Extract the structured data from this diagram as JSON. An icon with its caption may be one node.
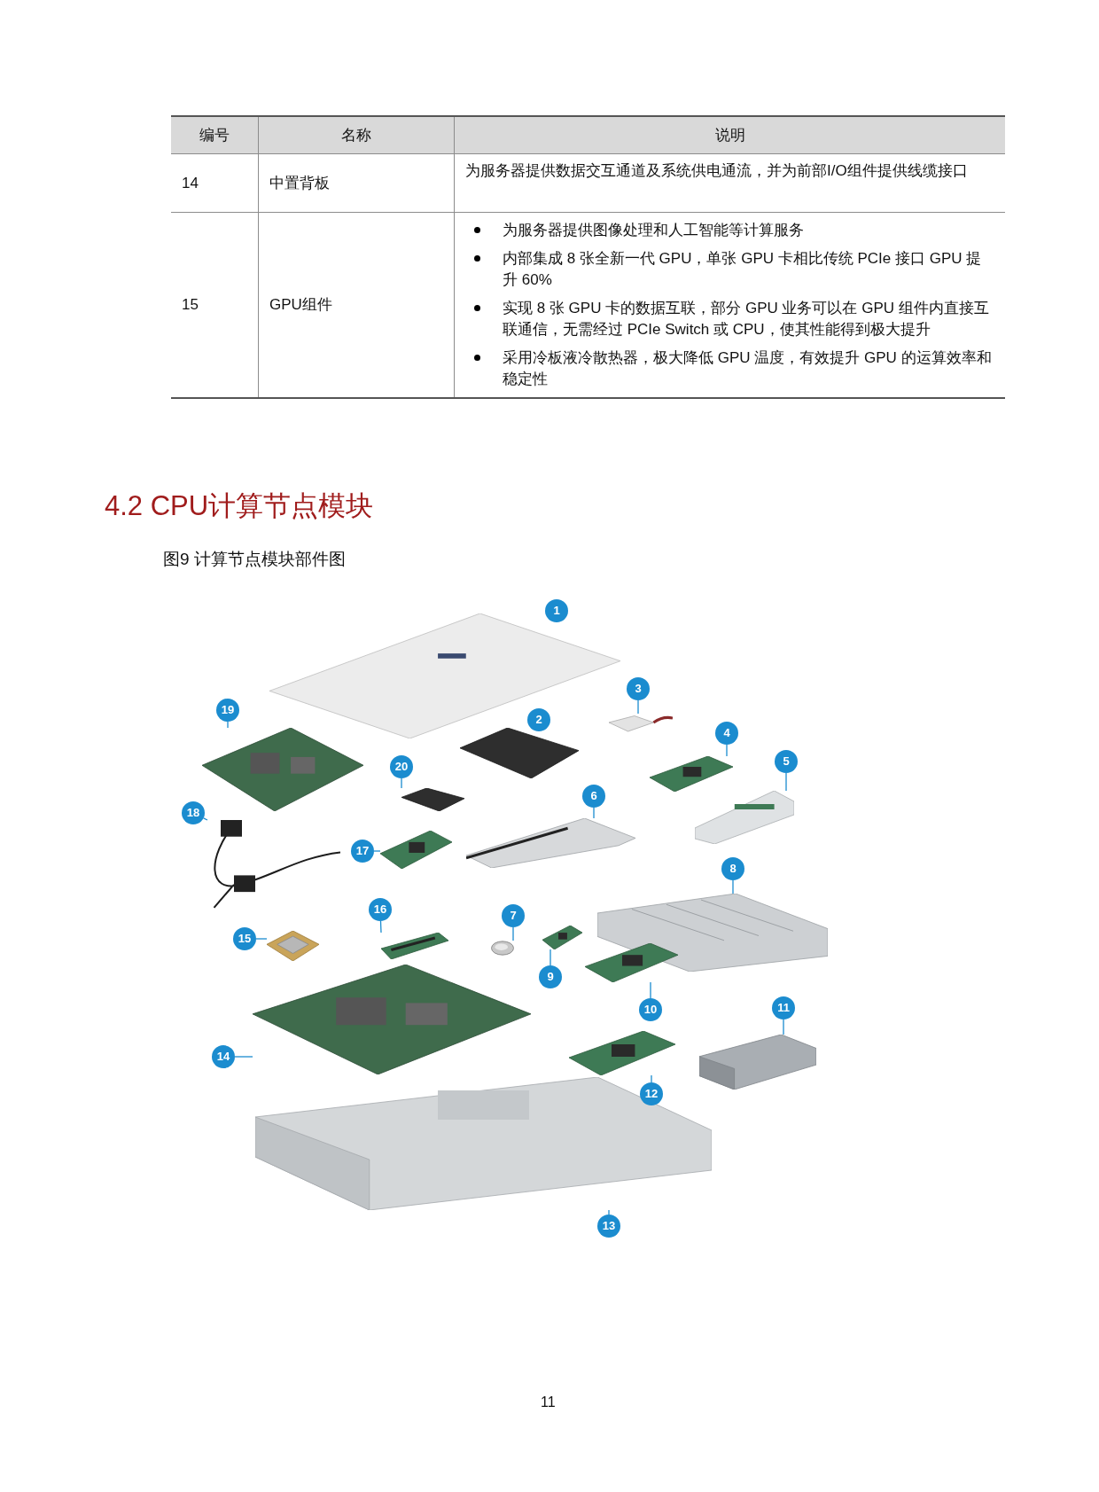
{
  "diagram": {
    "title": "4.2 CPU计算节点模块",
    "caption": "图9 计算节点模块部件图",
    "nodes": [
      {
        "text": [
          "1"
        ]
      },
      {
        "text": [
          "2"
        ]
      },
      {
        "text": [
          "3"
        ]
      },
      {
        "text": [
          "4"
        ]
      },
      {
        "text": [
          "5"
        ]
      },
      {
        "text": [
          "6"
        ]
      },
      {
        "text": [
          "7"
        ]
      },
      {
        "text": [
          "8"
        ]
      },
      {
        "text": [
          "9"
        ]
      },
      {
        "text": [
          "10"
        ]
      },
      {
        "text": [
          "11"
        ]
      },
      {
        "text": [
          "12"
        ]
      },
      {
        "text": [
          "13"
        ]
      },
      {
        "text": [
          "14"
        ]
      },
      {
        "text": [
          "15"
        ]
      },
      {
        "text": [
          "16"
        ]
      },
      {
        "text": [
          "17"
        ]
      },
      {
        "text": [
          "18"
        ]
      },
      {
        "text": [
          "19"
        ]
      },
      {
        "text": [
          "20"
        ]
      },
      {
        "text": [],
        "shape": "picture"
      },
      {
        "text": [],
        "shape": "picture"
      },
      {
        "text": [],
        "shape": "picture"
      },
      {
        "text": [],
        "shape": "picture"
      },
      {
        "text": [],
        "shape": "picture"
      },
      {
        "text": [],
        "shape": "picture"
      },
      {
        "text": [],
        "shape": "picture"
      },
      {
        "text": [],
        "shape": "picture"
      },
      {
        "text": [],
        "shape": "picture"
      },
      {
        "text": [],
        "shape": "picture"
      },
      {
        "text": [],
        "shape": "picture"
      },
      {
        "text": [],
        "shape": "picture"
      },
      {
        "text": [],
        "shape": "picture"
      },
      {
        "text": [],
        "shape": "picture"
      },
      {
        "text": [],
        "shape": "picture"
      },
      {
        "text": [],
        "shape": "picture"
      },
      {
        "text": [],
        "shape": "picture"
      },
      {
        "text": [],
        "shape": "picture"
      },
      {
        "text": [],
        "shape": "picture"
      },
      {
        "text": [],
        "shape": "picture"
      }
    ],
    "edges": [
      {
        "from": 0,
        "to": 20,
        "arrow": "none"
      },
      {
        "from": 1,
        "to": 21,
        "arrow": "none"
      },
      {
        "from": 2,
        "to": 22,
        "arrow": "none"
      },
      {
        "from": 3,
        "to": 23,
        "arrow": "none"
      },
      {
        "from": 4,
        "to": 24,
        "arrow": "none"
      },
      {
        "from": 5,
        "to": 25,
        "arrow": "none"
      },
      {
        "from": 6,
        "to": 26,
        "arrow": "none"
      },
      {
        "from": 7,
        "to": 27,
        "arrow": "none"
      },
      {
        "from": 8,
        "to": 28,
        "arrow": "none"
      },
      {
        "from": 9,
        "to": 29,
        "arrow": "none"
      },
      {
        "from": 10,
        "to": 30,
        "arrow": "none"
      },
      {
        "from": 11,
        "to": 31,
        "arrow": "none"
      },
      {
        "from": 12,
        "to": 32,
        "arrow": "none"
      },
      {
        "from": 13,
        "to": 33,
        "arrow": "none"
      },
      {
        "from": 14,
        "to": 34,
        "arrow": "none"
      },
      {
        "from": 15,
        "to": 35,
        "arrow": "none"
      },
      {
        "from": 16,
        "to": 36,
        "arrow": "none"
      },
      {
        "from": 17,
        "to": 37,
        "arrow": "none"
      },
      {
        "from": 18,
        "to": 38,
        "arrow": "none"
      },
      {
        "from": 19,
        "to": 39,
        "arrow": "none"
      }
    ],
    "labels": [
      "编号",
      "名称",
      "说明",
      "14",
      "中置背板",
      "为服务器提供数据交互通道及系统供电通流，并为前部I/O组件提供线缆接口",
      "15",
      "GPU组件",
      "为服务器提供图像处理和人工智能等计算服务",
      "内部集成 8 张全新一代 GPU，单张 GPU 卡相比传统 PCIe 接口 GPU 提升 60%",
      "实现 8 张 GPU 卡的数据互联，部分 GPU 业务可以在 GPU 组件内直接互联通信，无需经过 PCIe Switch 或 CPU，使其性能得到极大提升",
      "采用冷板液冷散热器，极大降低 GPU 温度，有效提升 GPU 的运算效率和稳定性",
      "11"
    ]
  }
}
